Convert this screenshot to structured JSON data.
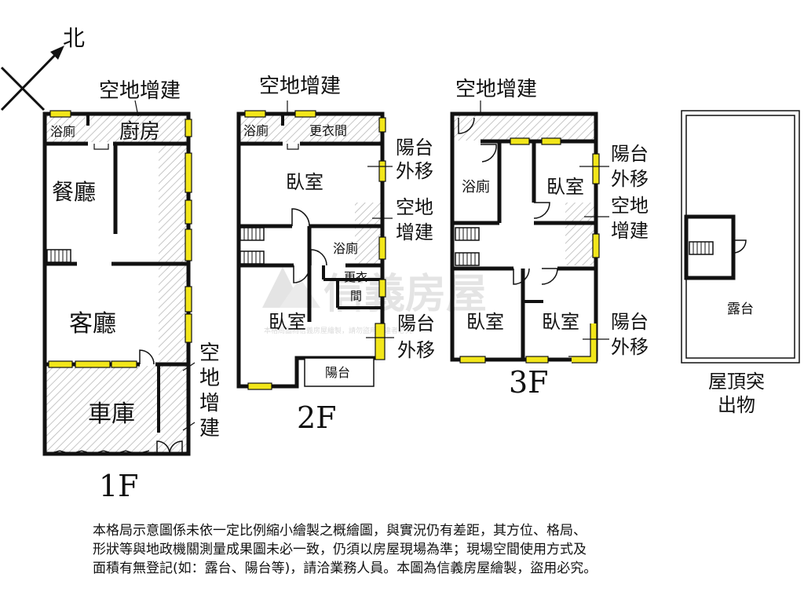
{
  "compass": {
    "label": "北"
  },
  "floor1": {
    "title": "1F",
    "rooms": {
      "top_extension": "空地增建",
      "bath": "浴廁",
      "kitchen": "廚房",
      "dining": "餐廳",
      "living": "客廳",
      "garage": "車庫",
      "side_extension": [
        "空",
        "地",
        "增",
        "建"
      ]
    }
  },
  "floor2": {
    "title": "2F",
    "rooms": {
      "top_extension": "空地增建",
      "bath_top": "浴廁",
      "closet_top": "更衣間",
      "bedroom_top": "臥室",
      "bath_mid": "浴廁",
      "closet_mid": [
        "更衣",
        "間"
      ],
      "bedroom_bottom": "臥室",
      "balcony": "陽台",
      "balcony_move_top": [
        "陽台",
        "外移"
      ],
      "side_extension": [
        "空地",
        "增建"
      ],
      "balcony_move_bottom": [
        "陽台",
        "外移"
      ]
    }
  },
  "floor3": {
    "title": "3F",
    "rooms": {
      "top_extension": "空地增建",
      "bath": "浴廁",
      "bedroom_top": "臥室",
      "bedroom_left": "臥室",
      "bedroom_right": "臥室",
      "balcony_move_top": [
        "陽台",
        "外移"
      ],
      "side_extension": [
        "空地",
        "增建"
      ],
      "balcony_move_bottom": [
        "陽台",
        "外移"
      ]
    }
  },
  "roof": {
    "title": [
      "屋頂突",
      "出物"
    ],
    "terrace": "露台"
  },
  "watermark": {
    "brand": "信義房屋",
    "small": "本格局圖為信義房屋繪製，請勿盜用，違者必究"
  },
  "disclaimer": [
    "本格局示意圖係未依一定比例縮小繪製之概繪圖，與實況仍有差距，其方位、格局、",
    "形狀等與地政機關測量成果圖未必一致，仍須以房屋現場為準；現場空間使用方式及",
    "面積有無登記(如：露台、陽台等)，請洽業務人員。本圖為信義房屋繪製，盜用必究。"
  ],
  "colors": {
    "wall": "#111111",
    "window": "#f2e61a",
    "hatch": "#b8b8b8",
    "watermark": "#cfcfcf"
  }
}
